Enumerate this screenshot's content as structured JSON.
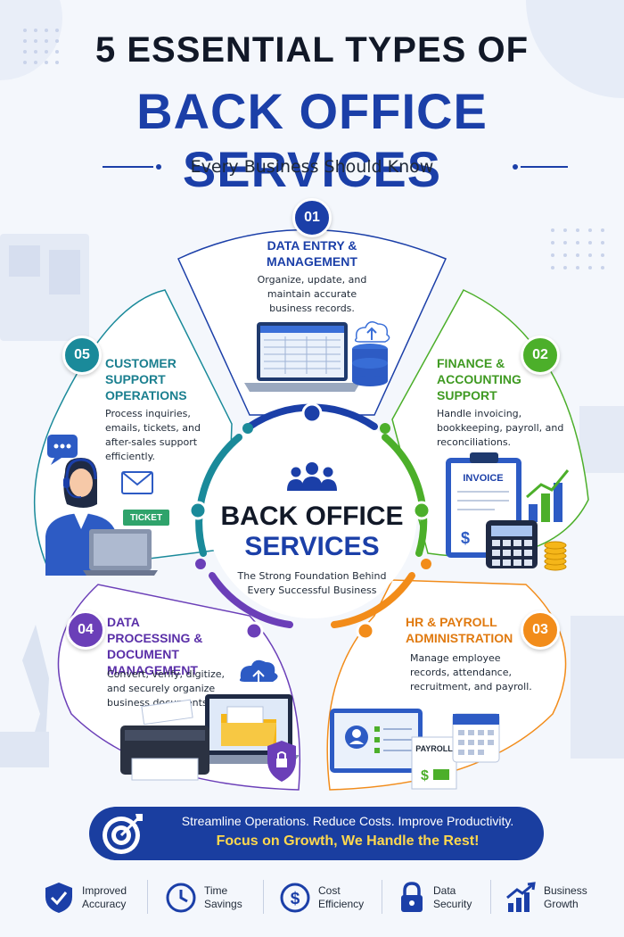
{
  "header": {
    "title_line1": "5 ESSENTIAL TYPES OF",
    "title_line2": "BACK OFFICE SERVICES",
    "subtitle": "Every Business Should Know"
  },
  "hub": {
    "title_line1": "BACK OFFICE",
    "title_line2": "SERVICES",
    "description": "The Strong Foundation Behind Every Successful Business",
    "icon": "team-icon"
  },
  "services": [
    {
      "number": "01",
      "title": "Data Entry & Management",
      "description": "Organize, update, and maintain accurate business records.",
      "color": "#1b3fa8",
      "icon": "laptop-database-icon"
    },
    {
      "number": "02",
      "title": "Finance & Accounting Support",
      "description": "Handle invoicing, bookkeeping, payroll, and reconciliations.",
      "color": "#4caf2a",
      "icon": "invoice-calculator-icon",
      "illustration_label": "INVOICE"
    },
    {
      "number": "03",
      "title": "HR & Payroll Administration",
      "description": "Manage employee records, attendance, recruitment, and payroll.",
      "color": "#f28c1a",
      "icon": "payroll-calendar-icon",
      "illustration_label": "PAYROLL"
    },
    {
      "number": "04",
      "title": "Data Processing & Document Management",
      "description": "Convert, verify, digitize, and securely organize business documents.",
      "color": "#6b3fb8",
      "icon": "printer-folder-icon"
    },
    {
      "number": "05",
      "title": "Customer Support Operations",
      "description": "Process inquiries, emails, tickets, and after-sales support efficiently.",
      "color": "#1a8a9a",
      "icon": "headset-agent-icon",
      "illustration_label": "TICKET"
    }
  ],
  "banner": {
    "line1": "Streamline Operations. Reduce Costs. Improve Productivity.",
    "line2": "Focus on Growth, We Handle the Rest!",
    "icon": "target-icon"
  },
  "benefits": [
    {
      "label": "Improved Accuracy",
      "icon": "shield-check-icon"
    },
    {
      "label": "Time Savings",
      "icon": "clock-icon"
    },
    {
      "label": "Cost Efficiency",
      "icon": "dollar-icon"
    },
    {
      "label": "Data Security",
      "icon": "lock-icon"
    },
    {
      "label": "Business Growth",
      "icon": "growth-chart-icon"
    }
  ],
  "colors": {
    "primary": "#1b3fa8",
    "accent_yellow": "#ffd84d",
    "text": "#1f2937"
  }
}
